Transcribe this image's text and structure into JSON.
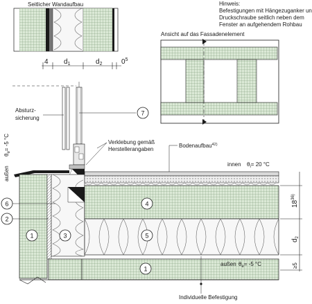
{
  "labels": {
    "wall_build_title": "Seitlicher Wandaufbau",
    "note_title": "Hinweis:",
    "note_line1": "Befestigungen mit Hängezuganker und",
    "note_line2": "Druckschraube seitlich neben dem",
    "note_line3": "Fenster an aufgehendem Rohbau",
    "facade_title": "Ansicht auf das Fassadenelement",
    "dim_4": "4",
    "dim_d1": "d",
    "dim_d1_sub": "1",
    "dim_d2": "d",
    "dim_d2_sub": "2",
    "dim_0": "0",
    "dim_0_sup": "5",
    "absturz_line1": "Absturz-",
    "absturz_line2": "sicherung",
    "aussen_left": "außen",
    "theta_e_left": "θ",
    "theta_e_left_sub": "e",
    "theta_e_left_value": "= -5 °C",
    "verklebung_line1": "Verklebung gemäß",
    "verklebung_line2": "Herstellerangaben",
    "bodenaufbau": "Bodenaufbau",
    "bodenaufbau_sup": "42)",
    "innen": "innen",
    "theta_i": "θ",
    "theta_i_sub": "i",
    "theta_i_value": "= 20 °C",
    "dim_18": "18",
    "dim_18_sup": "36)",
    "dim_d2_right": "d",
    "dim_d2_right_sub": "2",
    "dim_ge5": "≥5",
    "aussen_bottom": "außen",
    "theta_e_bottom": "θ",
    "theta_e_bottom_sub": "e",
    "theta_e_bottom_value": "= -5 °C",
    "individuelle": "Individuelle Befestigung"
  },
  "callouts": [
    "1",
    "2",
    "3",
    "4",
    "5",
    "6",
    "7"
  ],
  "colors": {
    "green_fill": "#dbe9d6",
    "grid_line": "#6f8f6a",
    "line": "#1a1a1a"
  }
}
